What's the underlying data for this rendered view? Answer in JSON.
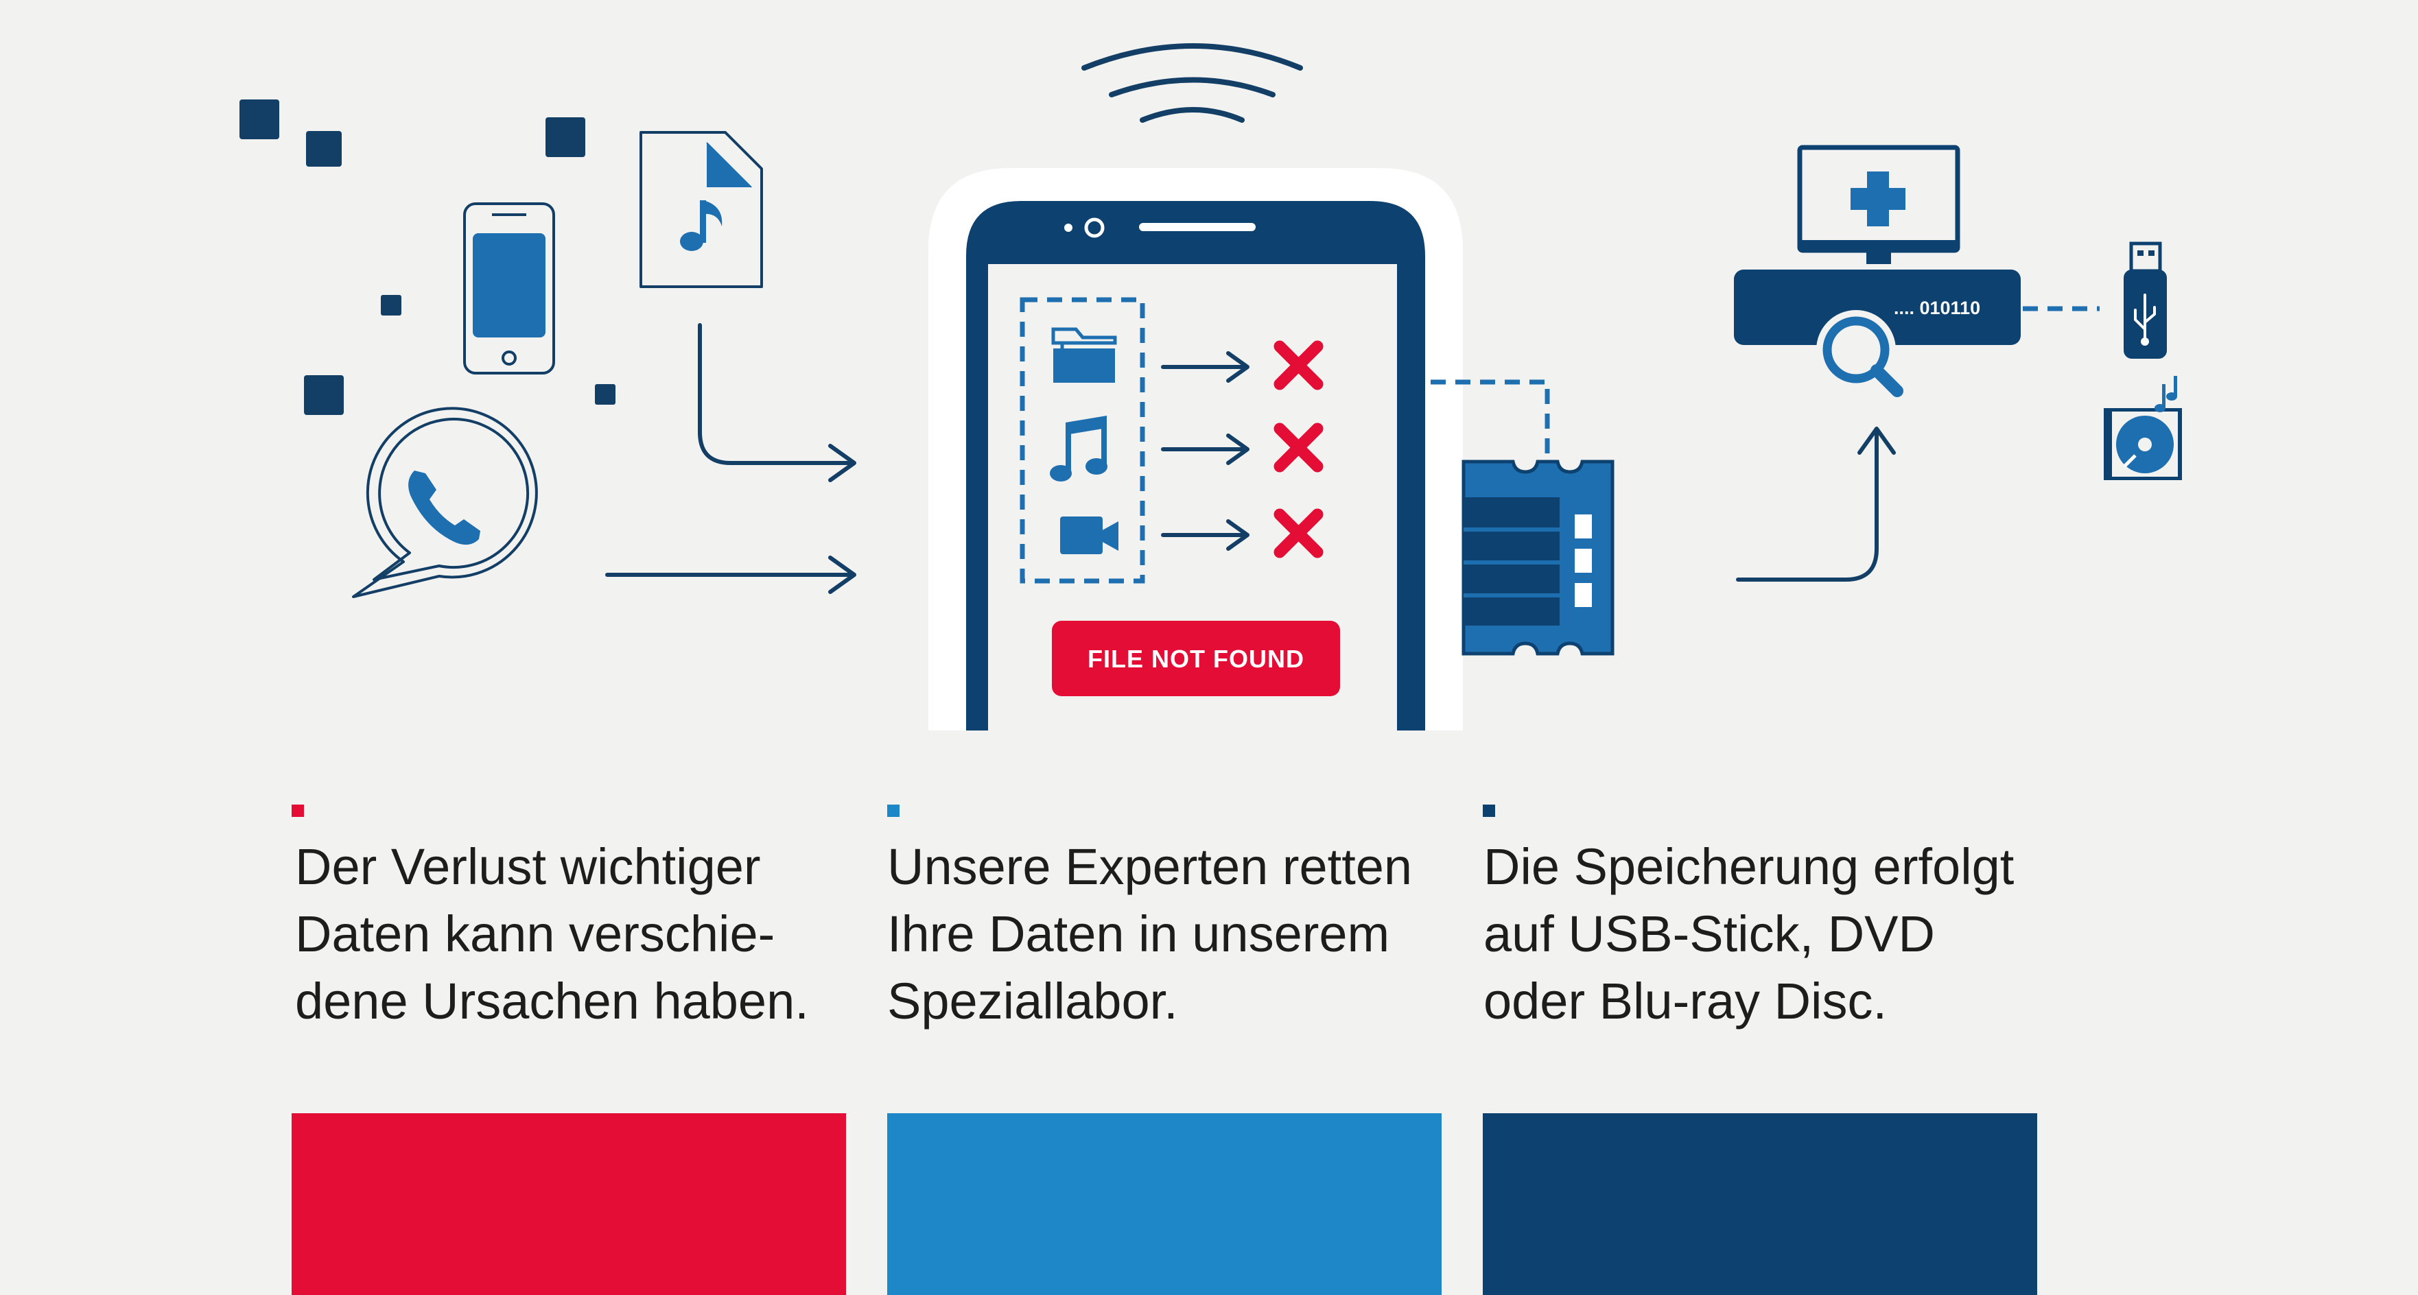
{
  "colors": {
    "red": "#e30d36",
    "light_blue": "#1e87c8",
    "dark_blue": "#0d4170",
    "navy": "#133e66",
    "background": "#f2f2f0"
  },
  "phone": {
    "error_label": "FILE NOT FOUND",
    "icons": [
      "folder-icon",
      "music-note-icon",
      "video-camera-icon"
    ],
    "status_icons": [
      "error-x-icon",
      "error-x-icon",
      "error-x-icon"
    ]
  },
  "sources": {
    "icons": [
      "smartphone-icon",
      "audio-file-icon",
      "whatsapp-icon"
    ]
  },
  "recovery": {
    "binary_label": ".... 010110",
    "icons": [
      "medical-monitor-icon",
      "magnifier-icon",
      "usb-stick-icon",
      "dvd-icon"
    ]
  },
  "columns": [
    {
      "text": "Der Verlust wichtiger\nDaten kann verschie-\ndene Ursachen haben.",
      "color": "#e30d36"
    },
    {
      "text": "Unsere Experten retten\nIhre Daten in unserem\nSpeziallabor.",
      "color": "#1e87c8"
    },
    {
      "text": "Die Speicherung erfolgt\nauf USB-Stick, DVD\noder Blu-ray Disc.",
      "color": "#0d4170"
    }
  ]
}
